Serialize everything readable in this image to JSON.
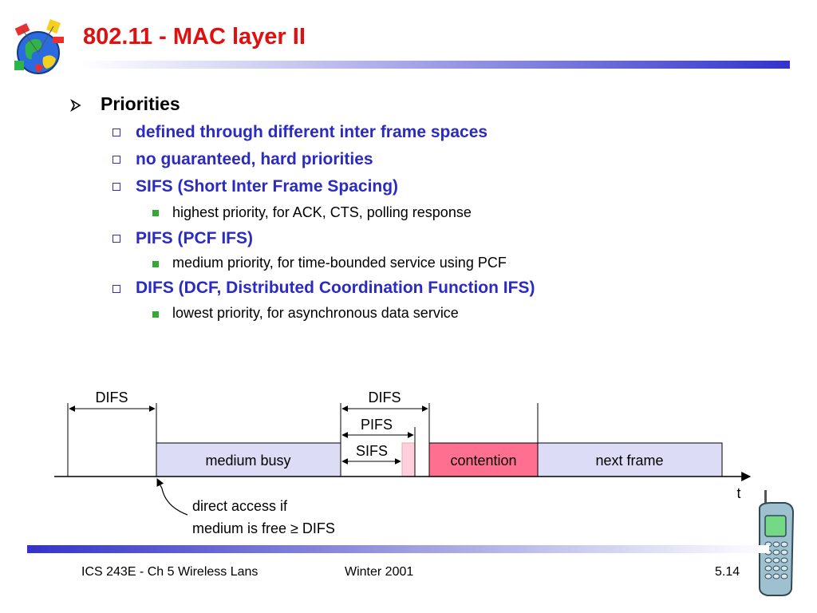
{
  "slide": {
    "title": "802.11 - MAC layer II"
  },
  "icons": {
    "logo": "globe-network-logo-icon",
    "phone": "mobile-phone-icon",
    "bullet_level1": "arrowhead-bullet-icon",
    "bullet_level2": "hollow-square-bullet-icon",
    "bullet_level3": "filled-square-bullet-icon"
  },
  "bullets": {
    "heading": "Priorities",
    "items": [
      {
        "text": "defined through different inter frame spaces"
      },
      {
        "text": "no guaranteed, hard priorities"
      },
      {
        "text": "SIFS (Short Inter Frame Spacing)",
        "sub": "highest priority, for ACK, CTS, polling response"
      },
      {
        "text": "PIFS (PCF IFS)",
        "sub": "medium priority, for time-bounded service using PCF"
      },
      {
        "text": "DIFS (DCF, Distributed Coordination Function IFS)",
        "sub": "lowest priority, for asynchronous data service"
      }
    ]
  },
  "diagram": {
    "difs_left": "DIFS",
    "difs_right": "DIFS",
    "pifs": "PIFS",
    "sifs": "SIFS",
    "medium_busy": "medium busy",
    "contention": "contention",
    "next_frame": "next frame",
    "time_axis": "t",
    "annotation_line1": "direct access if",
    "annotation_line2": "medium is free ≥ DIFS",
    "colors": {
      "busy_fill": "#dcdcf6",
      "contention_fill": "#ff6f8f",
      "gap_fill": "#ffd0dc"
    }
  },
  "footer": {
    "course": "ICS 243E - Ch 5 Wireless Lans",
    "term": "Winter 2001",
    "page": "5.14"
  }
}
